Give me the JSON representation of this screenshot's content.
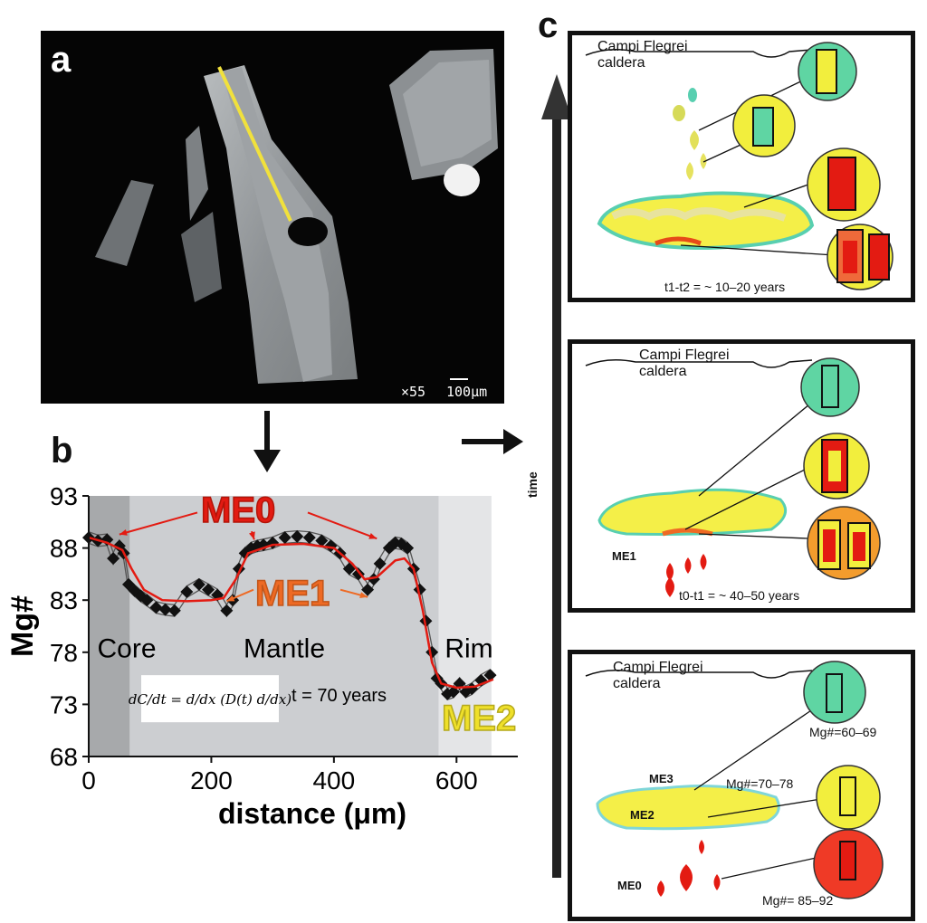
{
  "panels": {
    "a": "a",
    "b": "b",
    "c": "c"
  },
  "sem": {
    "magnification": "×55",
    "scalebar": "100μm"
  },
  "chart_data": {
    "type": "line",
    "xlabel": "distance (μm)",
    "ylabel": "Mg#",
    "xlim": [
      0,
      700
    ],
    "ylim": [
      68,
      93
    ],
    "xticks": [
      0,
      200,
      400,
      600
    ],
    "yticks": [
      68,
      73,
      78,
      83,
      88,
      93
    ],
    "zones": [
      {
        "name": "Core",
        "x": [
          0,
          67
        ],
        "color": "#a7a9ab"
      },
      {
        "name": "Mantle",
        "x": [
          67,
          571
        ],
        "color": "#ccced1"
      },
      {
        "name": "Rim",
        "x": [
          571,
          657
        ],
        "color": "#e4e5e7"
      }
    ],
    "series": [
      {
        "type": "scatter",
        "x": [
          0,
          15,
          30,
          40,
          50,
          57,
          65,
          75,
          85,
          95,
          110,
          125,
          140,
          160,
          180,
          195,
          210,
          225,
          235,
          245,
          255,
          265,
          275,
          285,
          300,
          320,
          340,
          360,
          380,
          395,
          410,
          425,
          440,
          455,
          465,
          475,
          490,
          500,
          510,
          520,
          530,
          540,
          550,
          560,
          568,
          575,
          585,
          595,
          605,
          615,
          625,
          640,
          655
        ],
        "values": [
          89,
          88.7,
          88.8,
          87,
          88.2,
          87.5,
          84.5,
          83.9,
          83.4,
          83,
          82.3,
          82.1,
          82,
          83.8,
          84.5,
          84,
          83.5,
          82,
          83,
          86,
          87.5,
          88,
          88.2,
          88.3,
          88.5,
          89,
          89.1,
          89,
          88.7,
          88.2,
          87.5,
          86,
          85.5,
          84,
          85,
          86.5,
          88,
          88.5,
          88.4,
          88,
          86,
          84,
          81,
          78,
          75.5,
          75,
          74,
          74.2,
          75,
          74.2,
          74.5,
          75.3,
          75.8
        ]
      },
      {
        "name": "model",
        "type": "line",
        "x": [
          0,
          30,
          55,
          70,
          90,
          120,
          160,
          200,
          220,
          240,
          260,
          300,
          350,
          400,
          430,
          450,
          470,
          500,
          515,
          530,
          545,
          560,
          575,
          600,
          630,
          660
        ],
        "values": [
          89,
          88.5,
          87.8,
          86,
          84,
          83,
          82.9,
          83,
          83.2,
          85,
          87.5,
          88.3,
          88.4,
          88,
          86.5,
          85,
          85.2,
          86.8,
          87,
          86,
          82,
          77,
          75,
          74.6,
          74.7,
          75.4
        ]
      }
    ],
    "zone_labels": [
      "Core",
      "Mantle",
      "Rim"
    ],
    "annotations": [
      {
        "text": "ME0",
        "color": "#e31b12"
      },
      {
        "text": "ME1",
        "color": "#ee6a24"
      },
      {
        "text": "ME2",
        "color": "#efe02a"
      }
    ],
    "inset_text": "t = 70 years",
    "equation": "dC/dt = d/dx (D(t) d/dx)"
  },
  "schematic": {
    "time_label": "time",
    "boxes": [
      {
        "caldera": [
          "Campi Flegrei",
          "caldera"
        ],
        "note": "t1-t2 = ~ 10–20 years"
      },
      {
        "caldera": [
          "Campi Flegrei",
          "caldera"
        ],
        "note": "t0-t1 = ~ 40–50 years",
        "label": "ME1"
      },
      {
        "caldera": [
          "Campi Flegrei",
          "caldera"
        ],
        "labels": [
          "ME3",
          "ME2",
          "ME0"
        ],
        "mg": [
          "Mg#=60–69",
          "Mg#=70–78",
          "Mg#= 85–92"
        ]
      }
    ]
  },
  "colors": {
    "me0": "#e31b12",
    "me1": "#ee6a24",
    "me2": "#efe02a",
    "me3": "#5fd5a3",
    "yellow": "#f2ee3d",
    "orange": "#f39c2d",
    "teal": "#58cfb0",
    "fit_line": "#e31b12"
  }
}
